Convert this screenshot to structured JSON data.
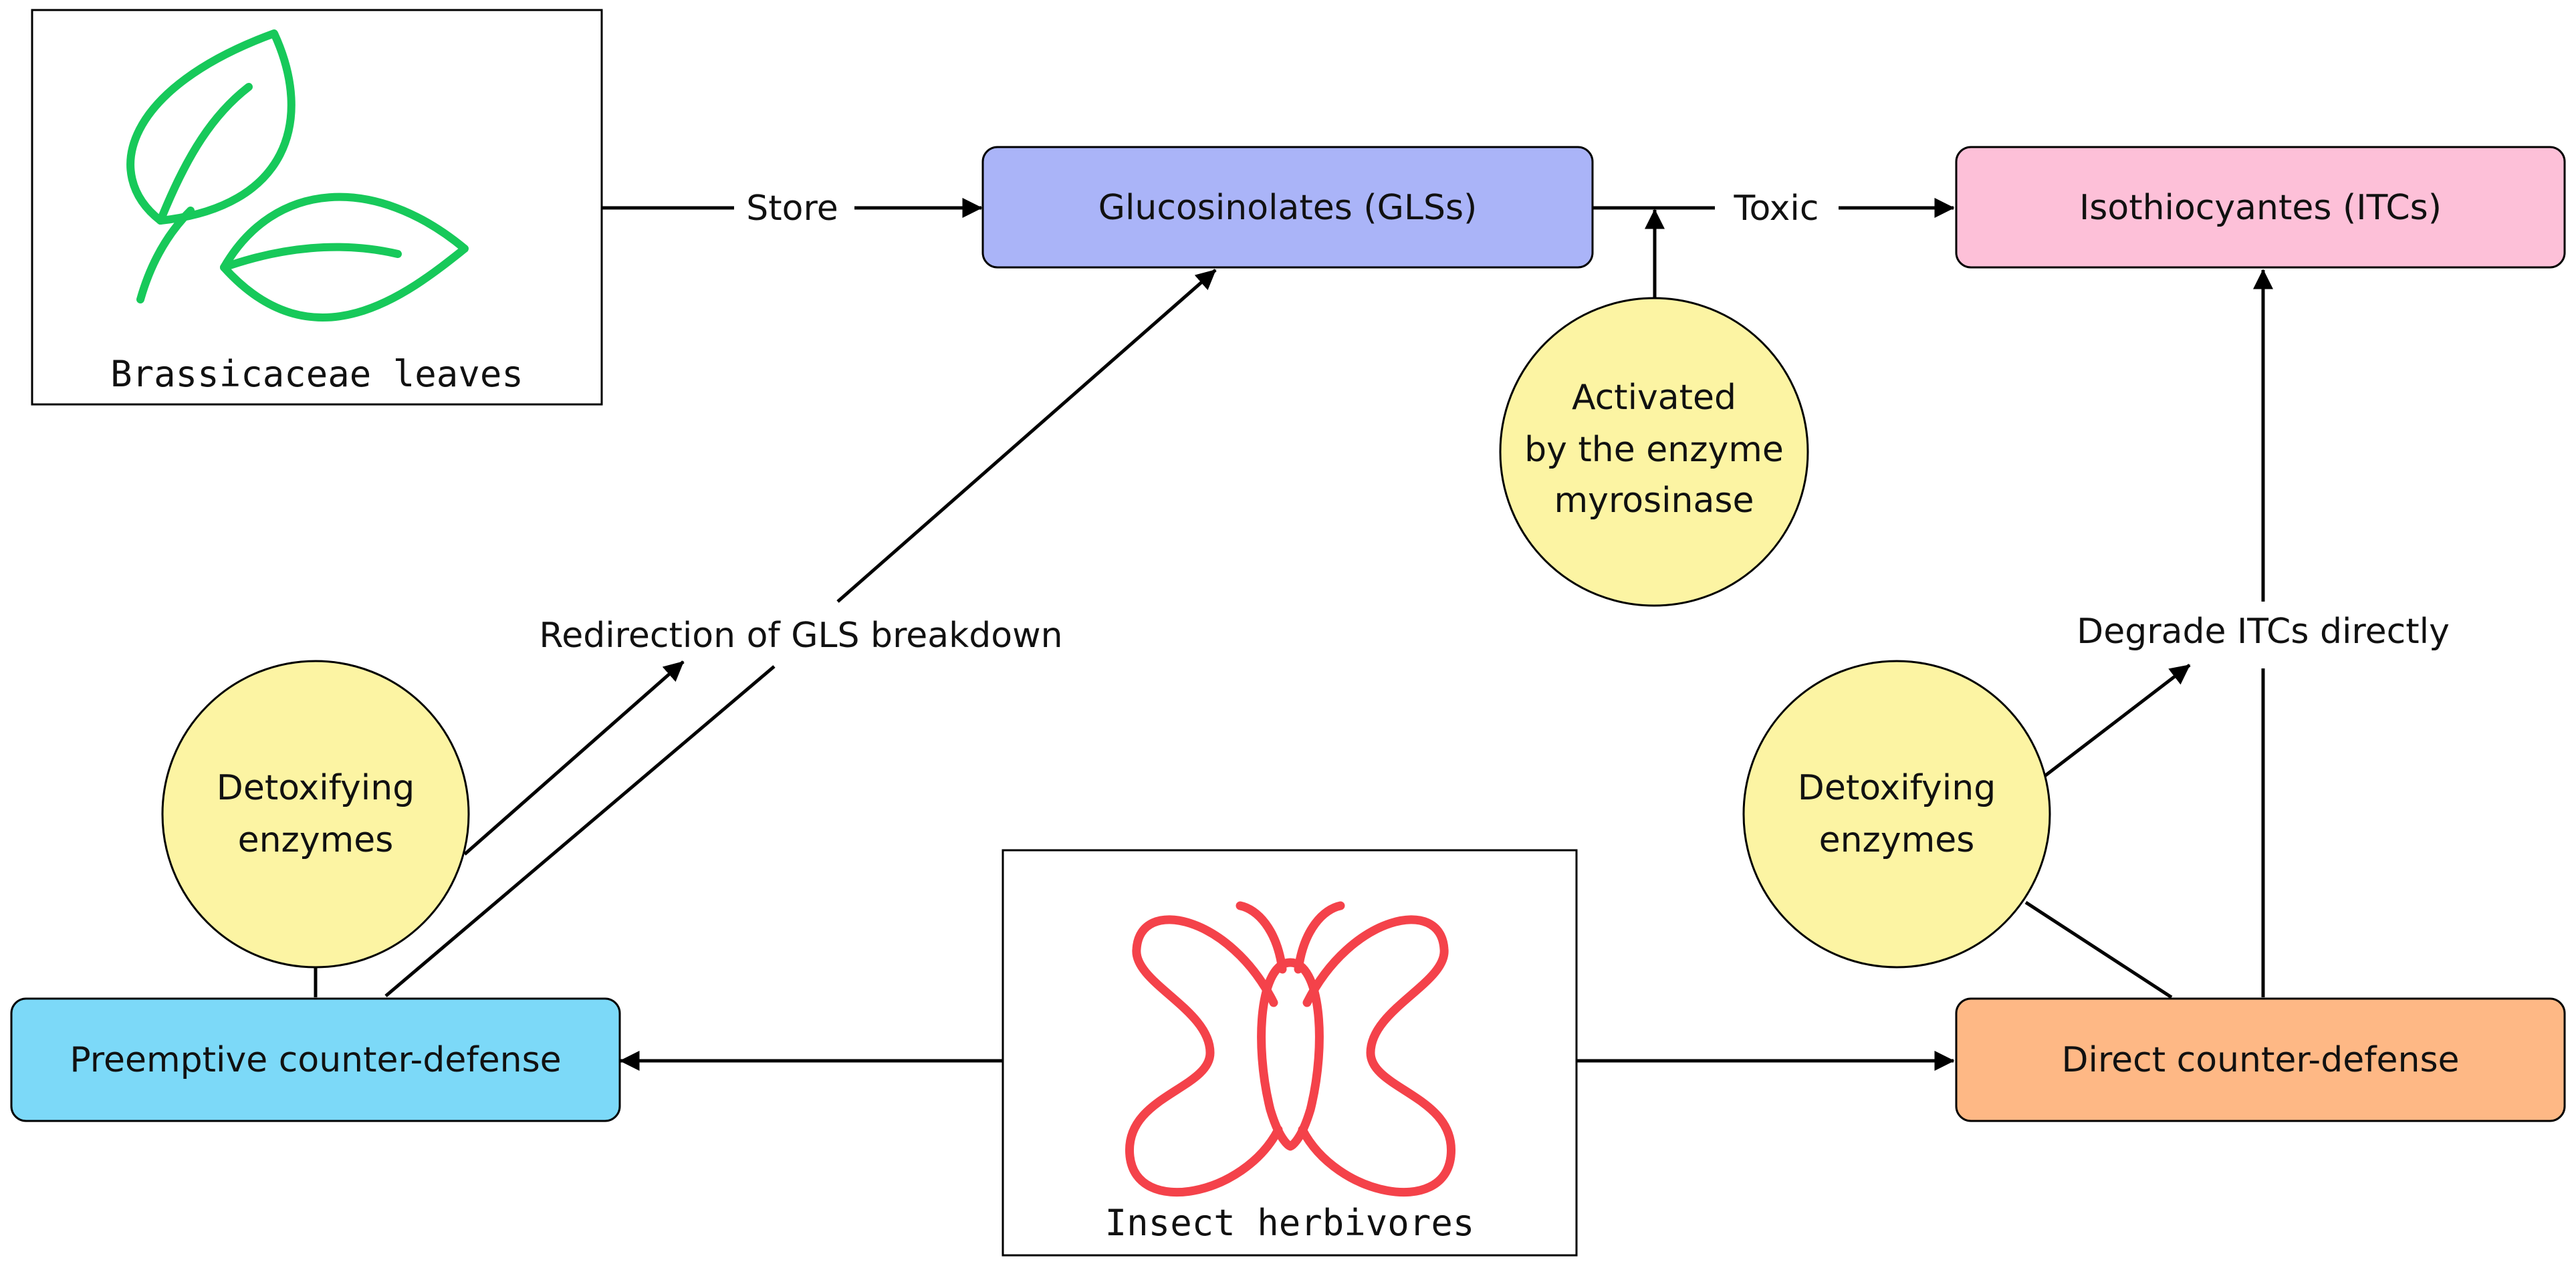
{
  "nodes": {
    "leaves": {
      "caption": "Brassicaceae leaves",
      "icon": "leaves-icon",
      "icon_color": "#17c95a"
    },
    "glucosinolates": {
      "label": "Glucosinolates (GLSs)",
      "fill": "#aab4f8"
    },
    "isothiocyanates": {
      "label": "Isothiocyantes (ITCs)",
      "fill": "#fdc0d8"
    },
    "myrosinase": {
      "line1": "Activated",
      "line2": "by the enzyme",
      "line3": "myrosinase",
      "fill": "#fcf4a3"
    },
    "detox_left": {
      "line1": "Detoxifying",
      "line2": "enzymes",
      "fill": "#fcf4a3"
    },
    "detox_right": {
      "line1": "Detoxifying",
      "line2": "enzymes",
      "fill": "#fcf4a3"
    },
    "preemptive": {
      "label": "Preemptive counter-defense",
      "fill": "#7cd9f8"
    },
    "direct": {
      "label": "Direct counter-defense",
      "fill": "#feb885"
    },
    "herbivores": {
      "caption": "Insect herbivores",
      "icon": "butterfly-icon",
      "icon_color": "#f4424a"
    }
  },
  "edges": {
    "store": "Store",
    "toxic": "Toxic",
    "redirection": "Redirection of GLS breakdown",
    "degrade": "Degrade ITCs directly"
  }
}
